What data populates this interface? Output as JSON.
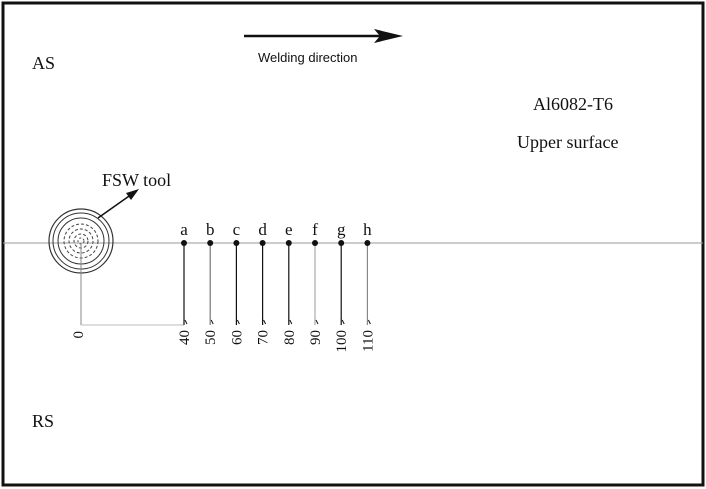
{
  "side_labels": {
    "advancing": "AS",
    "retreating": "RS"
  },
  "welding_direction_label": "Welding direction",
  "material": "Al6082-T6",
  "surface": "Upper surface",
  "tool_label": "FSW tool",
  "origin_label": "0",
  "points": [
    {
      "letter": "a",
      "distance": "40"
    },
    {
      "letter": "b",
      "distance": "50"
    },
    {
      "letter": "c",
      "distance": "60"
    },
    {
      "letter": "d",
      "distance": "70"
    },
    {
      "letter": "e",
      "distance": "80"
    },
    {
      "letter": "f",
      "distance": "90"
    },
    {
      "letter": "g",
      "distance": "100"
    },
    {
      "letter": "h",
      "distance": "110"
    }
  ]
}
